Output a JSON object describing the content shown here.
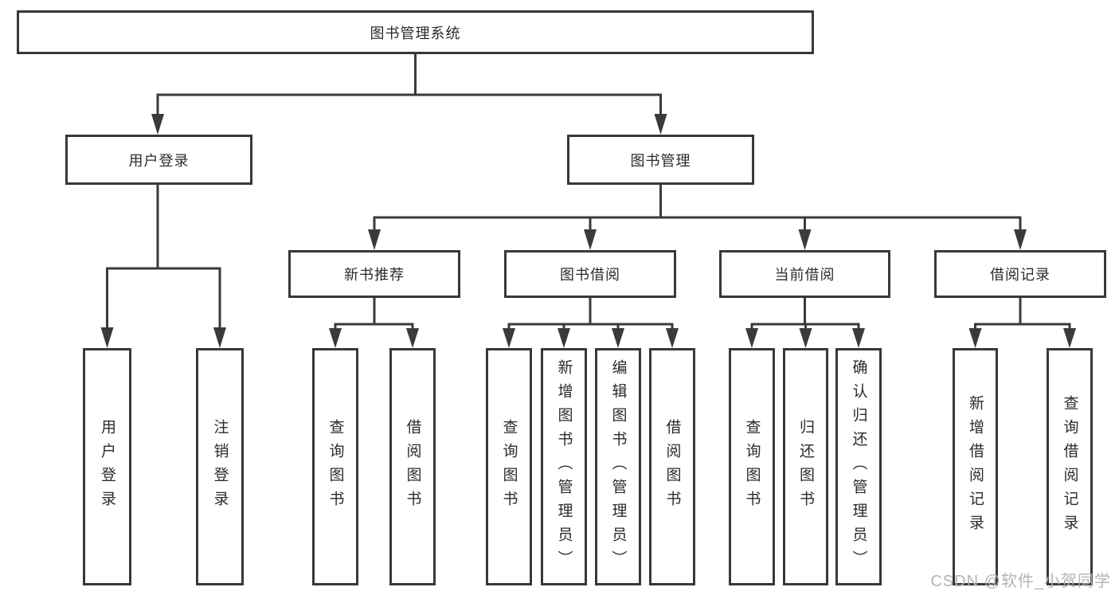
{
  "diagram": {
    "type": "tree-structure-diagram",
    "orientation": "top-down"
  },
  "hierarchy": {
    "root": "图书管理系统",
    "children": [
      {
        "label": "用户登录",
        "children": [
          "用户登录",
          "注销登录"
        ]
      },
      {
        "label": "图书管理",
        "children": [
          {
            "label": "新书推荐",
            "children": [
              "查询图书",
              "借阅图书"
            ]
          },
          {
            "label": "图书借阅",
            "children": [
              "查询图书",
              "新增图书（管理员）",
              "编辑图书（管理员）",
              "借阅图书"
            ]
          },
          {
            "label": "当前借阅",
            "children": [
              "查询图书",
              "归还图书",
              "确认归还（管理员）"
            ]
          },
          {
            "label": "借阅记录",
            "children": [
              "新增借阅记录",
              "查询借阅记录"
            ]
          }
        ]
      }
    ]
  },
  "watermark": {
    "text": "CSDN @软件_小贺同学"
  },
  "colors": {
    "background": "#ffffff",
    "box_border": "#383838",
    "connector_line": "#3a3a3a",
    "text": "#2b2b2b",
    "watermark_text": "#b3b3b3"
  }
}
